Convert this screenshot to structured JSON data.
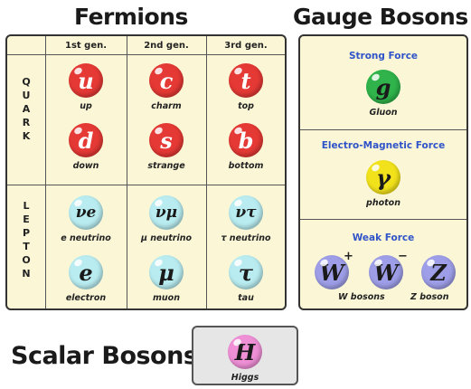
{
  "titles": {
    "fermions": "Fermions",
    "gauge_bosons": "Gauge Bosons",
    "scalar_bosons": "Scalar Bosons"
  },
  "generations": [
    "1st gen.",
    "2nd gen.",
    "3rd gen."
  ],
  "categories": {
    "quark": "QUARK",
    "lepton": "LEPTON"
  },
  "quarks": [
    {
      "symbol": "u",
      "name": "up",
      "color": "#e53935"
    },
    {
      "symbol": "c",
      "name": "charm",
      "color": "#e53935"
    },
    {
      "symbol": "t",
      "name": "top",
      "color": "#e53935"
    },
    {
      "symbol": "d",
      "name": "down",
      "color": "#e53935"
    },
    {
      "symbol": "s",
      "name": "strange",
      "color": "#e53935"
    },
    {
      "symbol": "b",
      "name": "bottom",
      "color": "#e53935"
    }
  ],
  "leptons": [
    {
      "symbol": "νe",
      "name": "e neutrino",
      "color": "#b8ecf0"
    },
    {
      "symbol": "νμ",
      "name": "μ neutrino",
      "color": "#b8ecf0"
    },
    {
      "symbol": "ντ",
      "name": "τ neutrino",
      "color": "#b8ecf0"
    },
    {
      "symbol": "e",
      "name": "electron",
      "color": "#b8ecf0"
    },
    {
      "symbol": "μ",
      "name": "muon",
      "color": "#b8ecf0"
    },
    {
      "symbol": "τ",
      "name": "tau",
      "color": "#b8ecf0"
    }
  ],
  "forces": {
    "strong": {
      "label": "Strong Force",
      "symbol": "g",
      "name": "Gluon",
      "color": "#2fb34a"
    },
    "em": {
      "label": "Electro-Magnetic Force",
      "symbol": "γ",
      "name": "photon",
      "color": "#f2e21b"
    },
    "weak": {
      "label": "Weak Force",
      "w_plus": {
        "symbol": "W",
        "sup": "+"
      },
      "w_minus": {
        "symbol": "W",
        "sup": "−"
      },
      "w_name": "W bosons",
      "z": {
        "symbol": "Z",
        "name": "Z boson"
      },
      "color": "#9e9ee8"
    }
  },
  "higgs": {
    "symbol": "H",
    "name": "Higgs",
    "color": "#ef8fd6"
  }
}
